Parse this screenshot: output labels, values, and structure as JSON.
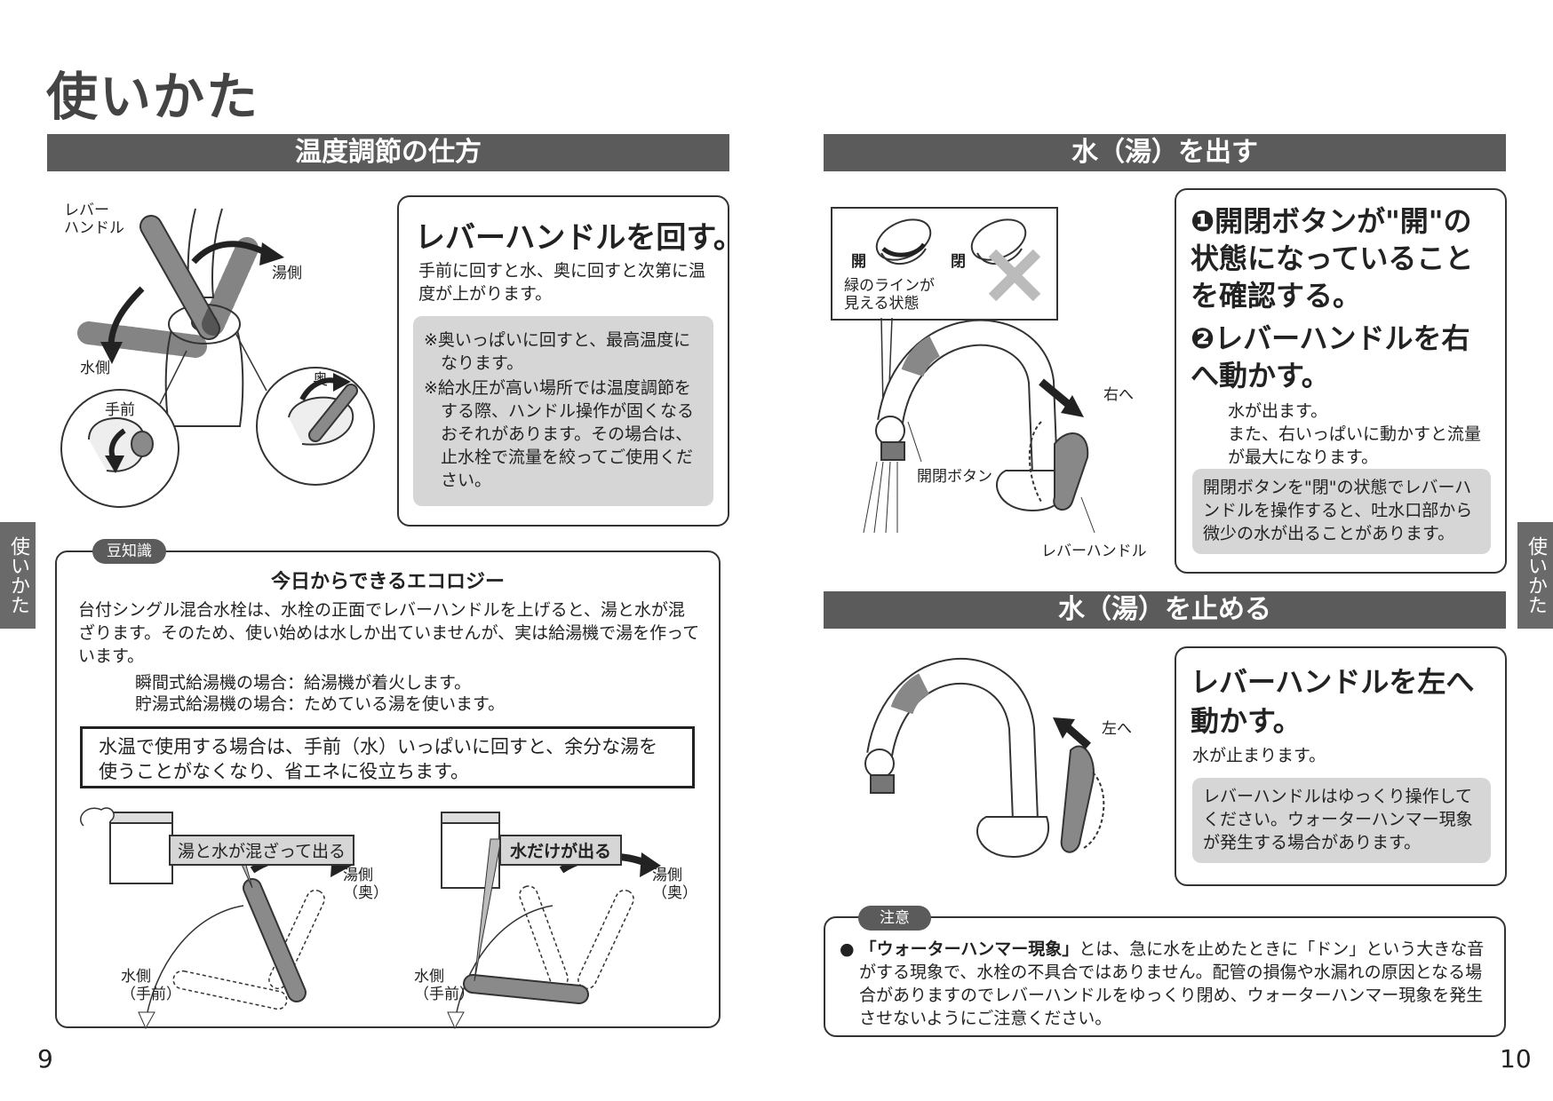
{
  "page_title": "使いかた",
  "left": {
    "section_title": "温度調節の仕方",
    "diagram_labels": {
      "lever_handle": "レバー\nハンドル",
      "hot_side": "湯側",
      "water_side": "水側",
      "front": "手前",
      "back": "奥"
    },
    "step_title": "レバーハンドルを回す。",
    "step_text": "手前に回すと水、奥に回すと次第に温度が上がります。",
    "notes": [
      "※奥いっぱいに回すと、最高温度になります。",
      "※給水圧が高い場所では温度調節をする際、ハンドル操作が固くなるおそれがあります。その場合は、止水栓で流量を絞ってご使用ください。"
    ],
    "tips": {
      "badge": "豆知識",
      "title": "今日からできるエコロジー",
      "body": "台付シングル混合水栓は、水栓の正面でレバーハンドルを上げると、湯と水が混ざります。そのため、使い始めは水しか出ていませんが、実は給湯機で湯を作っています。",
      "rows": [
        "瞬間式給湯機の場合：給湯機が着火します。",
        "貯湯式給湯機の場合：ためている湯を使います。"
      ],
      "highlight": "水温で使用する場合は、手前（水）いっぱいに回すと、余分な湯を使うことがなくなり、省エネに役立ちます。",
      "diagram1_label": "湯と水が混ざって出る",
      "diagram2_label": "水だけが出る",
      "hot_back": "湯側\n（奥）",
      "water_front": "水側\n（手前）"
    },
    "side_tab": "使いかた",
    "page_number": "9"
  },
  "right": {
    "section1_title": "水（湯）を出す",
    "inset_labels": {
      "open": "開",
      "closed": "閉",
      "green_line": "緑のラインが\n見える状態"
    },
    "diagram1_labels": {
      "to_right": "右へ",
      "open_close_button": "開閉ボタン",
      "lever_handle": "レバーハンドル"
    },
    "step1": "❶開閉ボタンが\"開\"の状態になっていることを確認する。",
    "step2": "❷レバーハンドルを右へ動かす。",
    "step2_text": "水が出ます。\nまた、右いっぱいに動かすと流量が最大になります。",
    "step2_note": "開閉ボタンを\"閉\"の状態でレバーハンドルを操作すると、吐水口部から微少の水が出ることがあります。",
    "section2_title": "水（湯）を止める",
    "diagram2_labels": {
      "to_left": "左へ"
    },
    "stop_title": "レバーハンドルを左へ動かす。",
    "stop_text": "水が止まります。",
    "stop_note": "レバーハンドルはゆっくり操作してください。ウォーターハンマー現象が発生する場合があります。",
    "caution": {
      "badge": "注意",
      "bold": "「ウォーターハンマー現象」",
      "text": "とは、急に水を止めたときに「ドン」という大きな音がする現象で、水栓の不具合ではありません。配管の損傷や水漏れの原因となる場合がありますのでレバーハンドルをゆっくり閉め、ウォーターハンマー現象を発生させないようにご注意ください。"
    },
    "side_tab": "使いかた",
    "page_number": "10"
  }
}
